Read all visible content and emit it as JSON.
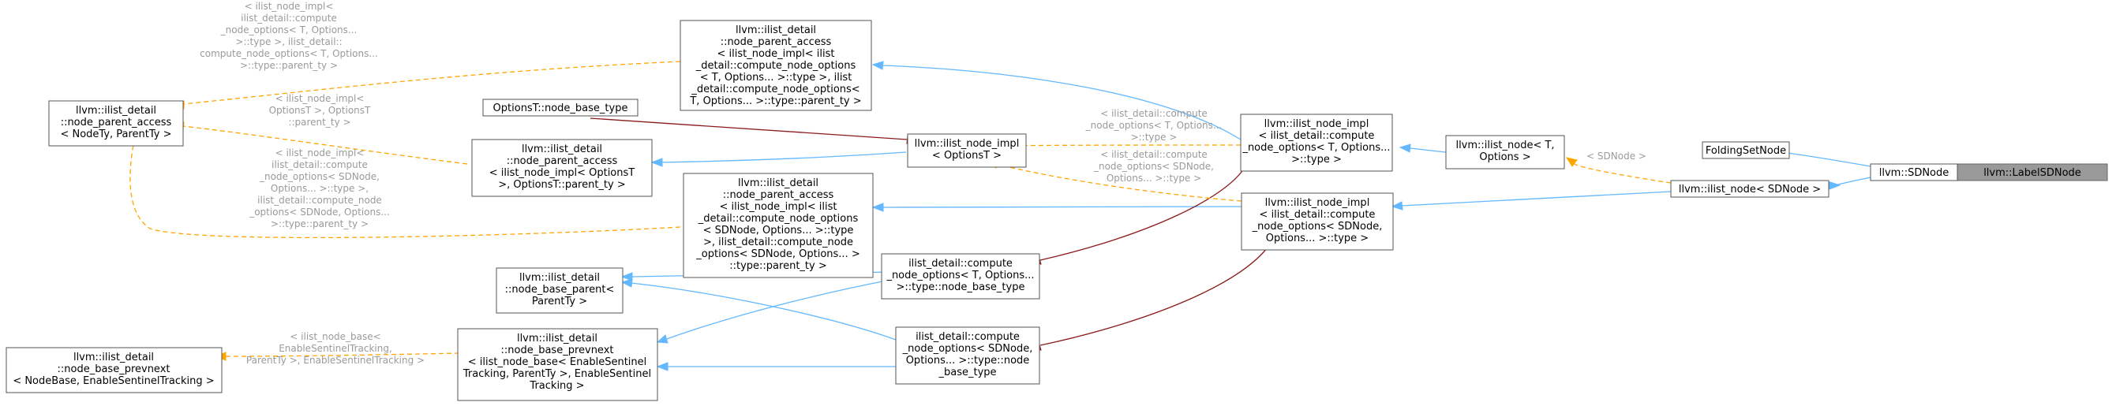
{
  "nodes": {
    "labelsdnode": [
      "llvm::LabelSDNode"
    ],
    "sdnode": [
      "llvm::SDNode"
    ],
    "foldingsetnode": [
      "FoldingSetNode"
    ],
    "ilist_node_sdnode": [
      "llvm::ilist_node< SDNode >"
    ],
    "ilist_node_t": [
      "llvm::ilist_node< T,",
      "Options >"
    ],
    "ilist_node_impl_top": [
      "llvm::ilist_node_impl",
      "< ilist_detail::compute",
      "_node_options< T, Options...",
      ">::type >"
    ],
    "ilist_node_impl_mid": [
      "llvm::ilist_node_impl",
      "< ilist_detail::compute",
      "_node_options< SDNode,",
      "Options... >::type >"
    ],
    "ilist_node_impl_optT": [
      "llvm::ilist_node_impl",
      "< OptionsT >"
    ],
    "optionst_base_type": [
      "OptionsT::node_base_type"
    ],
    "npa_top": [
      "llvm::ilist_detail",
      "::node_parent_access",
      "< ilist_node_impl< ilist",
      "_detail::compute_node_options",
      "< T, Options... >::type >, ilist",
      "_detail::compute_node_options<",
      "T, Options... >::type::parent_ty >"
    ],
    "npa_generic": [
      "llvm::ilist_detail",
      "::node_parent_access",
      "< NodeTy, ParentTy >"
    ],
    "npa_optT": [
      "llvm::ilist_detail",
      "::node_parent_access",
      "< ilist_node_impl< OptionsT",
      ">, OptionsT::parent_ty >"
    ],
    "npa_sdnode": [
      "llvm::ilist_detail",
      "::node_parent_access",
      "< ilist_node_impl< ilist",
      "_detail::compute_node_options",
      "< SDNode, Options... >::type",
      ">, ilist_detail::compute_node",
      "_options< SDNode, Options... >",
      "::type::parent_ty >"
    ],
    "node_base_parent": [
      "llvm::ilist_detail",
      "::node_base_parent<",
      "ParentTy >"
    ],
    "cno_t": [
      "ilist_detail::compute",
      "_node_options< T, Options...",
      ">::type::node_base_type"
    ],
    "cno_sdnode": [
      "ilist_detail::compute",
      "_node_options< SDNode,",
      "Options... >::type::node",
      "_base_type"
    ],
    "node_base_prevnext": [
      "llvm::ilist_detail",
      "::node_base_prevnext",
      "< ilist_node_base< EnableSentinel",
      "Tracking, ParentTy >, EnableSentinel",
      "Tracking >"
    ],
    "node_base_prevnext_generic": [
      "llvm::ilist_detail",
      "::node_base_prevnext",
      "< NodeBase, EnableSentinelTracking >"
    ]
  },
  "edge_labels": {
    "sdnode": [
      "< SDNode >"
    ],
    "impl_top_to_optT": [
      "< ilist_detail::compute",
      "_node_options< T, Options...",
      ">::type >"
    ],
    "impl_mid_to_optT": [
      "< ilist_detail::compute",
      "_node_options< SDNode,",
      "Options... >::type >"
    ],
    "npa_top": [
      "< ilist_node_impl<",
      "ilist_detail::compute",
      "_node_options< T, Options...",
      ">::type >, ilist_detail::",
      "compute_node_options< T, Options...",
      ">::type::parent_ty >"
    ],
    "npa_optT": [
      "< ilist_node_impl<",
      "OptionsT >, OptionsT",
      "::parent_ty >"
    ],
    "npa_sdnode": [
      "< ilist_node_impl<",
      "ilist_detail::compute",
      "_node_options< SDNode,",
      "Options... >::type >,",
      "ilist_detail::compute_node",
      "_options< SDNode, Options...",
      ">::type::parent_ty >"
    ],
    "prevnext": [
      "< ilist_node_base<",
      "EnableSentinelTracking,",
      "ParentTy >, EnableSentinelTracking >"
    ]
  }
}
